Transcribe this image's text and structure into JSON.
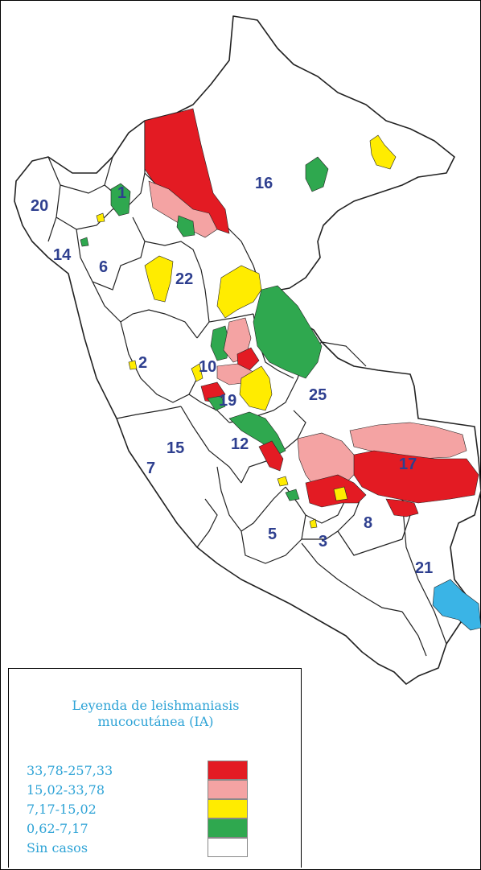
{
  "legend": {
    "title_line1": "Leyenda de leishmaniasis",
    "title_line2": "mucocutánea (IA)",
    "items": [
      {
        "label": "33,78-257,33",
        "color": "#e31b23"
      },
      {
        "label": "15,02-33,78",
        "color": "#f4a3a3"
      },
      {
        "label": "7,17-15,02",
        "color": "#ffec00"
      },
      {
        "label": "0,62-7,17",
        "color": "#2fa84f"
      },
      {
        "label": "Sin casos",
        "color": "#ffffff"
      }
    ]
  },
  "departments": {
    "d1": "1",
    "d2": "2",
    "d3": "3",
    "d5": "5",
    "d6": "6",
    "d7": "7",
    "d8": "8",
    "d10": "10",
    "d12": "12",
    "d14": "14",
    "d15": "15",
    "d16": "16",
    "d17": "17",
    "d19": "19",
    "d20": "20",
    "d21": "21",
    "d22": "22",
    "d25": "25"
  },
  "colors": {
    "red": "#e31b23",
    "pink": "#f4a3a3",
    "yellow": "#ffec00",
    "green": "#2fa84f",
    "blue": "#3ab4e6",
    "outline": "#222222"
  }
}
